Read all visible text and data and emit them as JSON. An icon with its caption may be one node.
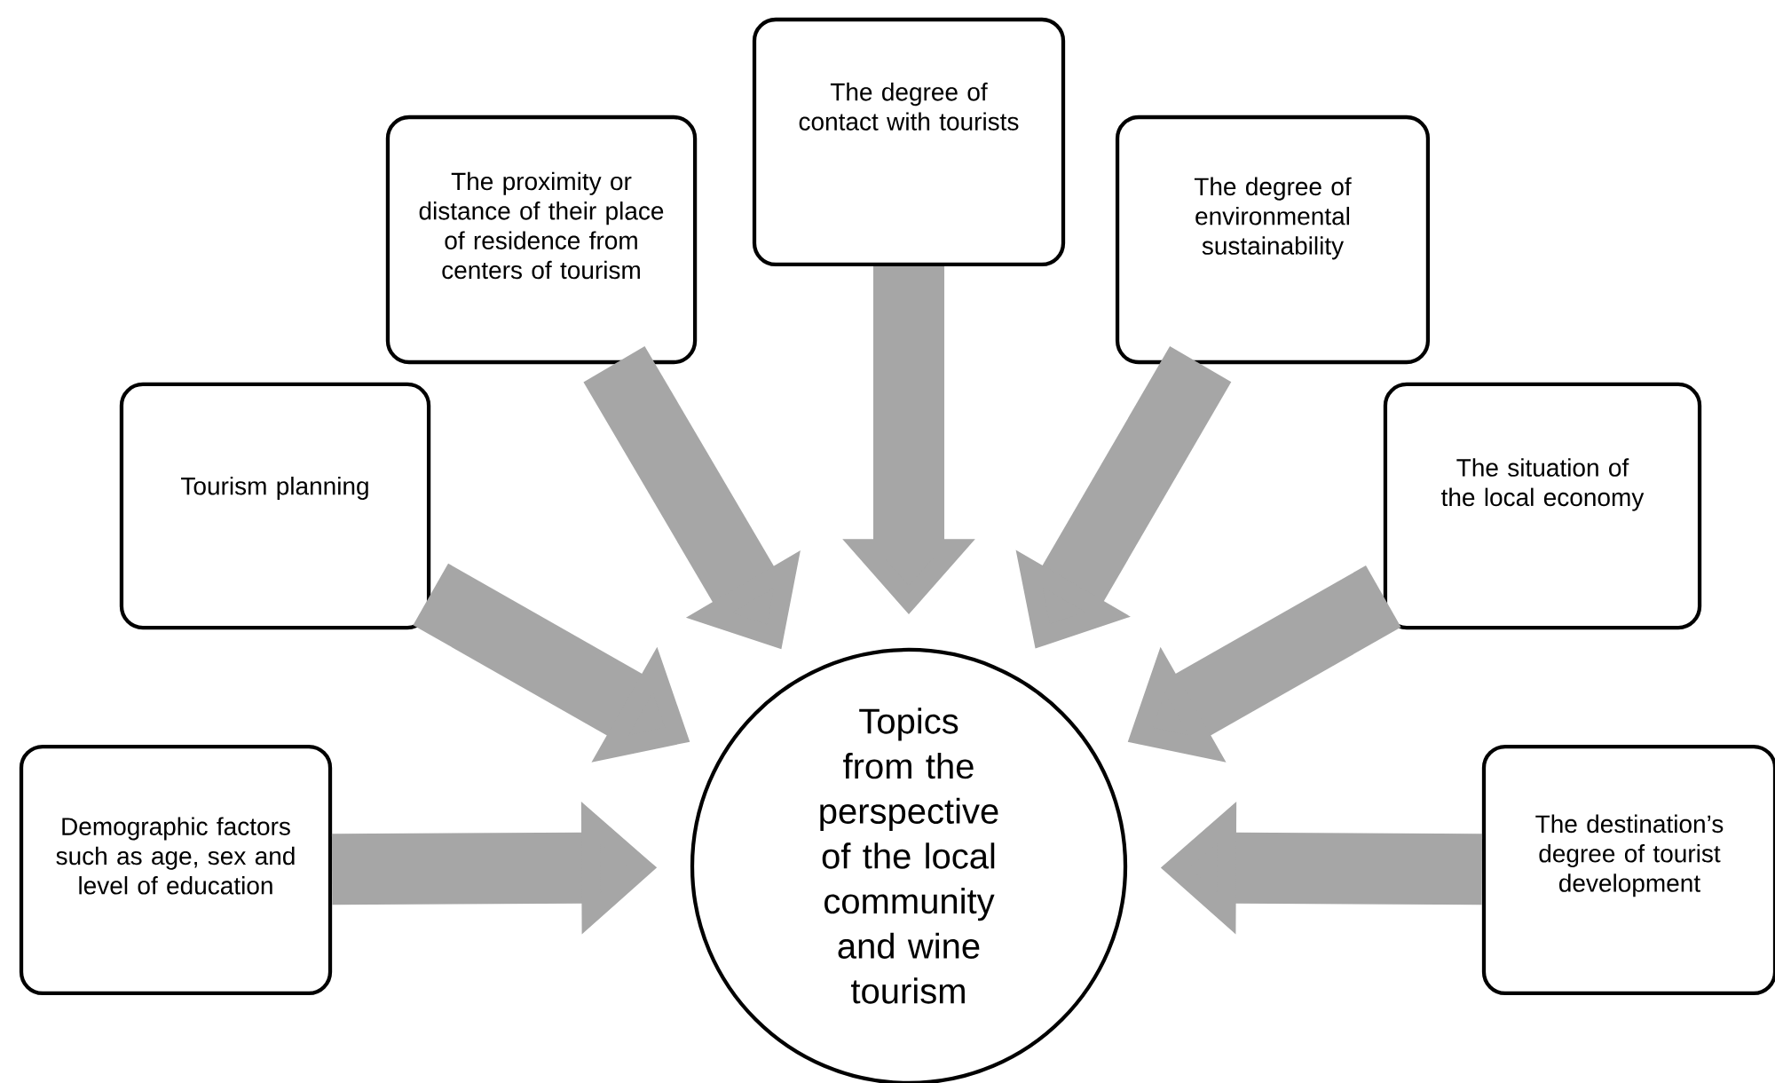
{
  "diagram": {
    "nodes": [
      {
        "text": [
          "Demographic factors such as age, sex and level of education"
        ]
      },
      {
        "text": [
          "Tourism planning"
        ]
      },
      {
        "text": [
          "The proximity or distance of their place of residence from centers of tourism"
        ]
      },
      {
        "text": [
          "The degree of contact with tourists"
        ]
      },
      {
        "text": [
          "The degree of environmental sustainability"
        ]
      },
      {
        "text": [
          "The situation of the local economy"
        ]
      },
      {
        "text": [
          "The destination’s degree of tourist development"
        ]
      },
      {
        "text": [
          "Topics from the perspective of the local community and wine tourism"
        ]
      }
    ],
    "edges": [
      {
        "from": 0,
        "to": 7,
        "arrow": "to"
      },
      {
        "from": 1,
        "to": 7,
        "arrow": "to"
      },
      {
        "from": 2,
        "to": 7,
        "arrow": "to"
      },
      {
        "from": 3,
        "to": 7,
        "arrow": "to"
      },
      {
        "from": 4,
        "to": 7,
        "arrow": "to"
      },
      {
        "from": 5,
        "to": 7,
        "arrow": "to"
      },
      {
        "from": 6,
        "to": 7,
        "arrow": "to"
      }
    ]
  }
}
